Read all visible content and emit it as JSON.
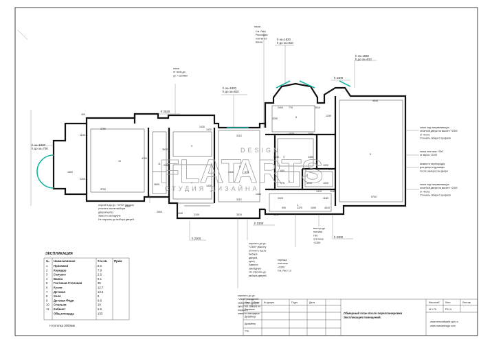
{
  "plan_notes": {
    "window_left": [
      "h ок=1820",
      "h до ок=700"
    ],
    "niche_top_left": [
      "ниша",
      "от пола до",
      "ур. +2100мм"
    ],
    "h2620": "h 2620",
    "window_mid": [
      "h ок=1820",
      "h до ок=810"
    ],
    "see_sheet": [
      "См. Лист",
      "Раскладка",
      "плитки на",
      "Ванне"
    ],
    "niche_label": "ниша",
    "window_top_center": [
      "h ок=1820",
      "h до ок=810"
    ],
    "window_top_right": [
      "h ок=1830",
      "h до ок=810"
    ],
    "h2300_top": "h 2300",
    "niche_right_1": [
      "ниша под направляющую",
      "откатной двери на высоте +2300",
      "от чпола",
      "Уточнить габарит профиля"
    ],
    "niche_right_2": [
      "ниша отм низа +300",
      "от верха +2200"
    ],
    "niche_right_3": [
      "возвести перегородку",
      "для двери в душевую",
      "после замера сан двери"
    ],
    "niche_right_4": [
      "ниша под направляющую",
      "откатной двери на высоте +2300",
      "от чпола",
      "Уточнить габарит профиля"
    ],
    "lower_left_note": [
      "опустить до ур. +2700* (высоту",
      "уточнить после выбора",
      "дверей-купе)",
      "Завести закладную",
      "Не опускать до выбора дверей."
    ],
    "h2300_bottom_left": "h 2300",
    "h2300_bottom_mid": "h 2300",
    "h2300_bottom_right": "h 2300",
    "lower_mid_note_1": [
      "опустить до ур.",
      "+2300* (высоту",
      "уточнить после",
      "выбора",
      "дверей-",
      "купе)",
      "Завести",
      "закладную",
      "Не опускать до",
      "выбора дверей."
    ],
    "lower_mid_note_2": [
      "нарезка,",
      "отм низа",
      "+2200.",
      "См. Лист 13"
    ],
    "lower_right_note": [
      "выступ до",
      "потолка",
      "ГКЛ",
      "отм низа",
      "+2300."
    ],
    "lower_mid_note_3": [
      "опустить до ур.",
      "+2640*(определит.",
      "замер сусп дверей-",
      "купе) без замера не",
      "опускать",
      "завести закладные"
    ]
  },
  "room_numbers": [
    "10",
    "9",
    "8",
    "3",
    "4",
    "2",
    "1",
    "5",
    "6",
    "7",
    "11"
  ],
  "dimensions": [
    "3790",
    "3790",
    "1100",
    "2200",
    "4700",
    "1430",
    "3610",
    "2350",
    "3690",
    "1430",
    "1430",
    "3110",
    "3110",
    "2400",
    "770",
    "3510",
    "4250",
    "1250",
    "4540",
    "1820",
    "2490",
    "3130",
    "2450",
    "1220",
    "970",
    "1420",
    "5740",
    "2100",
    "3510",
    "1190",
    "900",
    "2370",
    "1090",
    "4410",
    "1040",
    "2500",
    "3340",
    "1410",
    "1040",
    "630",
    "975",
    "1215",
    "1020",
    "1530",
    "570",
    "400",
    "1600",
    "2420",
    "1180"
  ],
  "explication": {
    "title": "ЭКСПЛИКАЦИЯ",
    "headers": [
      "№",
      "Наименование",
      "S м.кв.",
      "Прим"
    ],
    "rows": [
      [
        "1",
        "Прихожая",
        "8.6",
        ""
      ],
      [
        "2",
        "Коридор",
        "7.9",
        ""
      ],
      [
        "3",
        "Санузел",
        "2.5",
        ""
      ],
      [
        "4",
        "Ванна",
        "9.1",
        ""
      ],
      [
        "5",
        "Гостиная-Столовая",
        "35",
        ""
      ],
      [
        "6",
        "Кухня",
        "12.7",
        ""
      ],
      [
        "7",
        "Детская",
        "13.5",
        ""
      ],
      [
        "8",
        "Холл",
        "8",
        ""
      ],
      [
        "9",
        "Детская Феди",
        "9.6",
        ""
      ],
      [
        "10",
        "Спальня",
        "19",
        ""
      ],
      [
        "11",
        "Кабинет",
        "6.5",
        ""
      ],
      [
        "",
        "Общ.площадь",
        "133",
        ""
      ]
    ],
    "footnote": "H потолка 3000мм"
  },
  "stamp": {
    "headers": [
      "Изм.",
      "Лист",
      "№ докум.",
      "Подп.",
      "Дата"
    ],
    "roles": [
      "Заказчик",
      "Дизайнер",
      "Дизайнер",
      "Утв."
    ],
    "title_lines": [
      "Обмерный план после перепланировки",
      "Экспликация помещений."
    ],
    "scale_headers": [
      "Масштаб",
      "Лист",
      "Листов"
    ],
    "scale_values": [
      "М 1:75",
      "Р11.5",
      ""
    ],
    "site_lines": [
      "www.remontkvartir-spb.ru",
      "www.ovanadesign.com"
    ]
  },
  "watermark": {
    "main": "FLAT",
    "art": "ARTS",
    "design": "DESIGN",
    "studio": "СТУДИЯ ДИЗАЙНА"
  }
}
